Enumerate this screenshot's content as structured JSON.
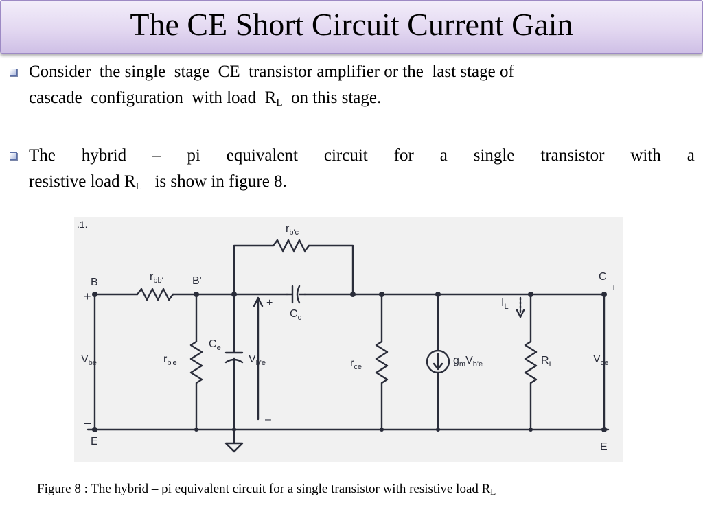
{
  "slide": {
    "title": "The CE Short Circuit Current Gain"
  },
  "bullets": [
    {
      "line1": "Consider  the single  stage  CE  transistor amplifier or the  last stage of",
      "line2_before": "cascade  configuration  with load  R",
      "line2_sub": "L",
      "line2_after": "  on this stage."
    },
    {
      "line1_words": [
        "The",
        "hybrid",
        "–",
        "pi",
        "equivalent",
        "circuit",
        "for",
        "a",
        "single",
        "transistor",
        "with",
        "a"
      ],
      "line2_before": "resistive load R",
      "line2_sub": "L",
      "line2_after": "   is show in figure 8."
    }
  ],
  "circuit": {
    "corner_text": ".1.",
    "node_b": "B",
    "node_bprime": "B'",
    "node_c": "C",
    "node_e_left": "E",
    "node_e_right": "E",
    "r_bb": "r",
    "r_bb_sub": "bb'",
    "r_bc": "r",
    "r_bc_sub": "b'c",
    "r_be": "r",
    "r_be_sub": "b'e",
    "c_e": "C",
    "c_e_sub": "e",
    "c_c": "C",
    "c_c_sub": "c",
    "r_ce": "r",
    "r_ce_sub": "ce",
    "v_be": "V",
    "v_be_sub": "be",
    "v_bpe": "V",
    "v_bpe_sub": "b'e",
    "gm": "g",
    "gm_sub": "m",
    "gm_v": "V",
    "gm_v_sub": "b'e",
    "r_l": "R",
    "r_l_sub": "L",
    "i_l": "I",
    "i_l_sub": "L",
    "v_ce": "V",
    "v_ce_sub": "ce",
    "plus": "+",
    "minus": "–"
  },
  "caption": {
    "before": "Figure 8 : The hybrid – pi equivalent circuit for a single transistor with resistive load R",
    "sub": "L"
  }
}
